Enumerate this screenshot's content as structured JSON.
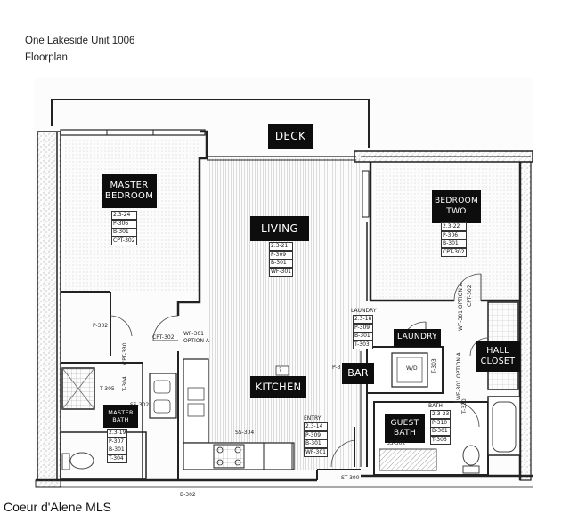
{
  "header": {
    "title": "One Lakeside Unit 1006",
    "subtitle": "Floorplan"
  },
  "rooms": {
    "deck": "DECK",
    "master_bedroom": [
      "MASTER",
      "BEDROOM"
    ],
    "living": "LIVING",
    "bedroom_two": [
      "BEDROOM",
      "TWO"
    ],
    "laundry": "LAUNDRY",
    "hall_closet": [
      "HALL",
      "CLOSET"
    ],
    "bar": "BAR",
    "kitchen": "KITCHEN",
    "master_bath": [
      "MASTER",
      "BATH"
    ],
    "guest_bath": [
      "GUEST",
      "BATH"
    ]
  },
  "finish_codes": {
    "master_bedroom": [
      "2.3-24",
      "P-306",
      "B-301",
      "CPT-302"
    ],
    "living": [
      "2.3-21",
      "P-309",
      "B-301",
      "WF-301"
    ],
    "bedroom_two": [
      "2.3-22",
      "P-306",
      "B-301",
      "CPT-302"
    ],
    "laundry": [
      "2.3-18",
      "P-309",
      "B-301",
      "T-303"
    ],
    "entry": [
      "2.3-14",
      "P-309",
      "B-301",
      "WF-301"
    ],
    "master_bath": [
      "2.3-19",
      "P-307",
      "B-301",
      "T-304"
    ],
    "guest_bath": [
      "2.3-23",
      "P-310",
      "B-301",
      "T-306"
    ]
  },
  "labels": {
    "entry": "ENTRY",
    "laundry_small": "LAUNDRY",
    "bath_small": "BATH",
    "p302": "P-302",
    "t305": "T-305",
    "ss302": "SS-302",
    "cpt302_a": "CPT-302",
    "wf301_opt_a": "WF-301",
    "option_a": "OPTION A",
    "ss304": "SS-304",
    "st300": "ST-300",
    "b302": "B-302",
    "wd": "W/D",
    "ss302b": "SS-302",
    "p3": "P-3",
    "q_mark": "?",
    "cpt330": "CPT-330",
    "t304": "T-304",
    "wf301_v": "WF-301 OPTION A",
    "cpt302_v": "CPT-302",
    "wf301_v2": "WF-301 OPTION A",
    "t303_v": "T-303",
    "t320_v": "T-320"
  },
  "watermark": "Coeur d'Alene MLS"
}
